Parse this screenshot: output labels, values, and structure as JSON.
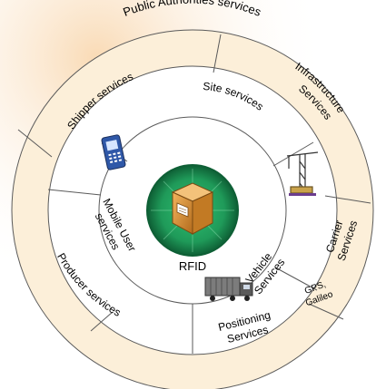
{
  "diagram": {
    "rings": {
      "outer": {
        "top_label": "Public Authorities services",
        "segments": [
          "Shipper services",
          "Infrastructure Services",
          "Carrier Services",
          "Producer services",
          "Positioning Services"
        ]
      },
      "middle": {
        "segments": [
          "Site services",
          "Mobile User services",
          "Vehicle Services",
          "GPS, Galileo"
        ]
      },
      "center": {
        "label": "RFID"
      }
    },
    "labels": {
      "public_authorities": "Public Authorities services",
      "shipper": "Shipper services",
      "infrastructure_line1": "Infrastructure",
      "infrastructure_line2": "Services",
      "site": "Site services",
      "mobile_line1": "Mobile User",
      "mobile_line2": "services",
      "carrier_line1": "Carrier",
      "carrier_line2": "Services",
      "producer": "Producer services",
      "vehicle_line1": "Vehicle",
      "vehicle_line2": "Services",
      "gps_line1": "GPS,",
      "gps_line2": "Galileo",
      "positioning_line1": "Positioning",
      "positioning_line2": "Services",
      "rfid": "RFID"
    },
    "colors": {
      "outer_ring": "#fcefd9",
      "middle_ring": "#ffffff",
      "center_bg": "#ffffff",
      "center_glow": "#1f9a59",
      "center_dark": "#0e5f35",
      "box": "#d08a2e",
      "stroke": "#5a5a5a",
      "background_wash": "#f8d4a8"
    },
    "icons": [
      "mobile-phone-icon",
      "crane-icon",
      "truck-icon",
      "package-box-icon"
    ]
  }
}
